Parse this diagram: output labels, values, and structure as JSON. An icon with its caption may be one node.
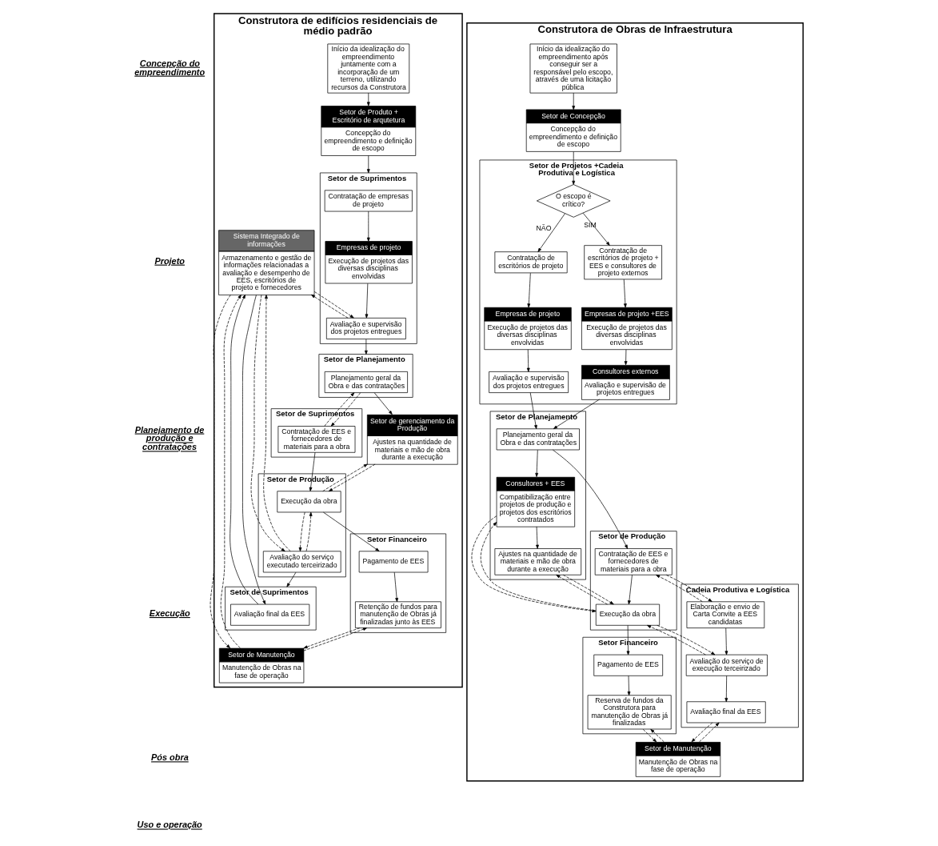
{
  "diagram": {
    "nodes": [
      {
        "text": [
          "Construtora de edifícios residenciais de médio padrão"
        ]
      },
      {
        "text": [
          "Início da idealização do empreendimento juntamente com a incorporação de um terreno, utilizando recursos da Construtora"
        ],
        "in": 0
      },
      {
        "text": [
          "Setor de Produto + Escritório de arqutetura",
          "Concepção do empreendimento e definição de escopo"
        ],
        "in": 0
      },
      {
        "text": [
          "Sistema Integrado de informações",
          "Armazenamento e gestão de informações relacionadas a avaliação e desempenho de EES, escritórios de projeto e fornecedores"
        ],
        "in": 0
      },
      {
        "text": [
          "Setor de Suprimentos"
        ],
        "in": 0
      },
      {
        "text": [
          "Contratação de empresas de projeto"
        ],
        "in": 4
      },
      {
        "text": [
          "Empresas de projeto",
          "Execução de projetos das diversas disciplinas envolvidas"
        ],
        "in": 4
      },
      {
        "text": [
          "Avaliação e supervisão dos projetos entregues"
        ],
        "in": 4
      },
      {
        "text": [
          "Setor de Planejamento"
        ],
        "in": 0
      },
      {
        "text": [
          "Planejamento geral da Obra e das contratações"
        ],
        "in": 8
      },
      {
        "text": [
          "Setor de Suprimentos"
        ],
        "in": 0
      },
      {
        "text": [
          "Contratação de EES e fornecedores de materiais para a obra"
        ],
        "in": 10
      },
      {
        "text": [
          "Setor de gerenciamento da Produção",
          "Ajustes na quantidade de materiais e mão de obra durante a execução"
        ],
        "in": 0
      },
      {
        "text": [
          "Setor de Produção"
        ],
        "in": 0
      },
      {
        "text": [
          "Execução da obra"
        ],
        "in": 13
      },
      {
        "text": [
          "Avaliação do serviço executado terceirizado"
        ],
        "in": 13
      },
      {
        "text": [
          "Setor Financeiro"
        ],
        "in": 0
      },
      {
        "text": [
          "Pagamento de EES"
        ],
        "in": 16
      },
      {
        "text": [
          "Retenção de fundos para manutenção de Obras já finalizadas junto às EES"
        ],
        "in": 16
      },
      {
        "text": [
          "Setor de Suprimentos"
        ],
        "in": 0
      },
      {
        "text": [
          "Avaliação final da EES"
        ],
        "in": 19
      },
      {
        "text": [
          "Setor de Manutenção",
          "Manutenção de Obras na fase de operação"
        ],
        "in": 0
      },
      {
        "text": [
          "Construtora de Obras de Infraestrutura"
        ]
      },
      {
        "text": [
          "Início da idealização do empreendimento após conseguir ser a responsável pelo escopo, através de uma licitação pública"
        ],
        "in": 22
      },
      {
        "text": [
          "Setor de Concepção",
          "Concepção do empreendimento e definição de escopo"
        ],
        "in": 22
      },
      {
        "text": [
          "Setor de Projetos +Cadeia Produtiva e Logística"
        ],
        "in": 22
      },
      {
        "text": [
          "O escopo é crítico?"
        ],
        "in": 25
      },
      {
        "text": [
          "Contratação de escritórios de projeto"
        ],
        "in": 25
      },
      {
        "text": [
          "Contratação de escritórios de projeto + EES e consultores de projeto externos"
        ],
        "in": 25
      },
      {
        "text": [
          "Empresas de projeto",
          "Execução de projetos das diversas disciplinas envolvidas"
        ],
        "in": 25
      },
      {
        "text": [
          "Empresas de projeto +EES",
          "Execução de projetos das diversas disciplinas envolvidas"
        ],
        "in": 25
      },
      {
        "text": [
          "Avaliação e supervisão dos projetos entregues"
        ],
        "in": 25
      },
      {
        "text": [
          "Consultores externos",
          "Avaliação e supervisão de projetos entregues"
        ],
        "in": 25
      },
      {
        "text": [
          "Setor de Planejamento"
        ],
        "in": 22
      },
      {
        "text": [
          "Planejamento geral da Obra e das contratações"
        ],
        "in": 33
      },
      {
        "text": [
          "Consultores + EES",
          "Compatibilização entre projetos de produção e projetos dos escritórios contratados"
        ],
        "in": 33
      },
      {
        "text": [
          "Ajustes na quantidade de materiais e mão de obra durante a execução"
        ],
        "in": 33
      },
      {
        "text": [
          "Setor de Produção"
        ],
        "in": 22
      },
      {
        "text": [
          "Contratação de EES e fornecedores de materiais para a obra"
        ],
        "in": 37
      },
      {
        "text": [
          "Execução da obra"
        ],
        "in": 37
      },
      {
        "text": [
          "Cadeia Produtiva e Logística"
        ],
        "in": 22
      },
      {
        "text": [
          "Elaboração e envio de Carta Convite a EES candidatas"
        ],
        "in": 40
      },
      {
        "text": [
          "Avaliação do serviço de execução terceirizado"
        ],
        "in": 40
      },
      {
        "text": [
          "Avaliação final da EES"
        ],
        "in": 40
      },
      {
        "text": [
          "Setor Financeiro"
        ],
        "in": 22
      },
      {
        "text": [
          "Pagamento de EES"
        ],
        "in": 44
      },
      {
        "text": [
          "Reserva de fundos da Construtora para manutenção de Obras já finalizadas"
        ],
        "in": 44
      },
      {
        "text": [
          "Setor de Manutenção",
          "Manutenção de Obras na fase de operação"
        ],
        "in": 22
      }
    ],
    "edges": [
      {
        "from": 1,
        "to": 2,
        "arrow": "to"
      },
      {
        "from": 2,
        "to": 4,
        "arrow": "to"
      },
      {
        "from": 5,
        "to": 6,
        "arrow": "to"
      },
      {
        "from": 6,
        "to": 7,
        "arrow": "to"
      },
      {
        "from": 7,
        "to": 3,
        "arrow": "to",
        "style": "dashed"
      },
      {
        "from": 3,
        "to": 7,
        "arrow": "to",
        "style": "dashed"
      },
      {
        "from": 7,
        "to": 8,
        "arrow": "to"
      },
      {
        "from": 9,
        "to": 11,
        "arrow": "to",
        "style": "dashed"
      },
      {
        "from": 11,
        "to": 9,
        "arrow": "to",
        "style": "dashed"
      },
      {
        "from": 9,
        "to": 12,
        "arrow": "to"
      },
      {
        "from": 11,
        "to": 14,
        "arrow": "to"
      },
      {
        "from": 12,
        "to": 14,
        "arrow": "to",
        "style": "dashed"
      },
      {
        "from": 14,
        "to": 12,
        "arrow": "to",
        "style": "dashed"
      },
      {
        "from": 14,
        "to": 15,
        "arrow": "to",
        "style": "dashed"
      },
      {
        "from": 15,
        "to": 14,
        "arrow": "to",
        "style": "dashed"
      },
      {
        "from": 15,
        "to": 3,
        "arrow": "to",
        "style": "dashed"
      },
      {
        "from": 3,
        "to": 15,
        "arrow": "to",
        "style": "dashed"
      },
      {
        "from": 14,
        "to": 17,
        "arrow": "to"
      },
      {
        "from": 15,
        "to": 19,
        "arrow": "to"
      },
      {
        "from": 20,
        "to": 3,
        "arrow": "to"
      },
      {
        "from": 3,
        "to": 20,
        "arrow": "to"
      },
      {
        "from": 17,
        "to": 18,
        "arrow": "to"
      },
      {
        "from": 18,
        "to": 21,
        "arrow": "to",
        "style": "dashed"
      },
      {
        "from": 21,
        "to": 18,
        "arrow": "to",
        "style": "dashed"
      },
      {
        "from": 21,
        "to": 3,
        "arrow": "to",
        "style": "dashed"
      },
      {
        "from": 3,
        "to": 21,
        "arrow": "to",
        "style": "dashed"
      },
      {
        "from": 23,
        "to": 24,
        "arrow": "to"
      },
      {
        "from": 24,
        "to": 26,
        "arrow": "to"
      },
      {
        "from": 26,
        "to": 27,
        "arrow": "to",
        "label": "NÃO"
      },
      {
        "from": 26,
        "to": 28,
        "arrow": "to",
        "label": "SIM"
      },
      {
        "from": 27,
        "to": 29,
        "arrow": "to"
      },
      {
        "from": 28,
        "to": 30,
        "arrow": "to"
      },
      {
        "from": 29,
        "to": 31,
        "arrow": "to"
      },
      {
        "from": 30,
        "to": 32,
        "arrow": "to"
      },
      {
        "from": 31,
        "to": 34,
        "arrow": "to"
      },
      {
        "from": 32,
        "to": 34,
        "arrow": "to"
      },
      {
        "from": 34,
        "to": 38,
        "arrow": "to"
      },
      {
        "from": 34,
        "to": 35,
        "arrow": "to"
      },
      {
        "from": 35,
        "to": 36,
        "arrow": "to"
      },
      {
        "from": 38,
        "to": 41,
        "arrow": "to",
        "style": "dashed"
      },
      {
        "from": 41,
        "to": 38,
        "arrow": "to",
        "style": "dashed"
      },
      {
        "from": 38,
        "to": 39,
        "arrow": "to"
      },
      {
        "from": 35,
        "to": 39,
        "arrow": "to",
        "style": "dashed"
      },
      {
        "from": 39,
        "to": 35,
        "arrow": "to",
        "style": "dashed"
      },
      {
        "from": 36,
        "to": 39,
        "arrow": "to",
        "style": "dashed"
      },
      {
        "from": 39,
        "to": 36,
        "arrow": "to",
        "style": "dashed"
      },
      {
        "from": 39,
        "to": 42,
        "arrow": "to",
        "style": "dashed"
      },
      {
        "from": 42,
        "to": 39,
        "arrow": "to",
        "style": "dashed"
      },
      {
        "from": 41,
        "to": 42,
        "arrow": "to"
      },
      {
        "from": 42,
        "to": 43,
        "arrow": "to"
      },
      {
        "from": 39,
        "to": 45,
        "arrow": "to"
      },
      {
        "from": 45,
        "to": 46,
        "arrow": "to"
      },
      {
        "from": 46,
        "to": 47,
        "arrow": "to",
        "style": "dashed"
      },
      {
        "from": 47,
        "to": 46,
        "arrow": "to",
        "style": "dashed"
      },
      {
        "from": 47,
        "to": 43,
        "arrow": "to",
        "style": "dashed"
      },
      {
        "from": 43,
        "to": 47,
        "arrow": "to",
        "style": "dashed"
      }
    ],
    "labels": [
      "Concepção do empreendimento",
      "Projeto",
      "Planejamento de produção e contratações",
      "Execução",
      "Pós obra",
      "Uso e operação"
    ]
  }
}
